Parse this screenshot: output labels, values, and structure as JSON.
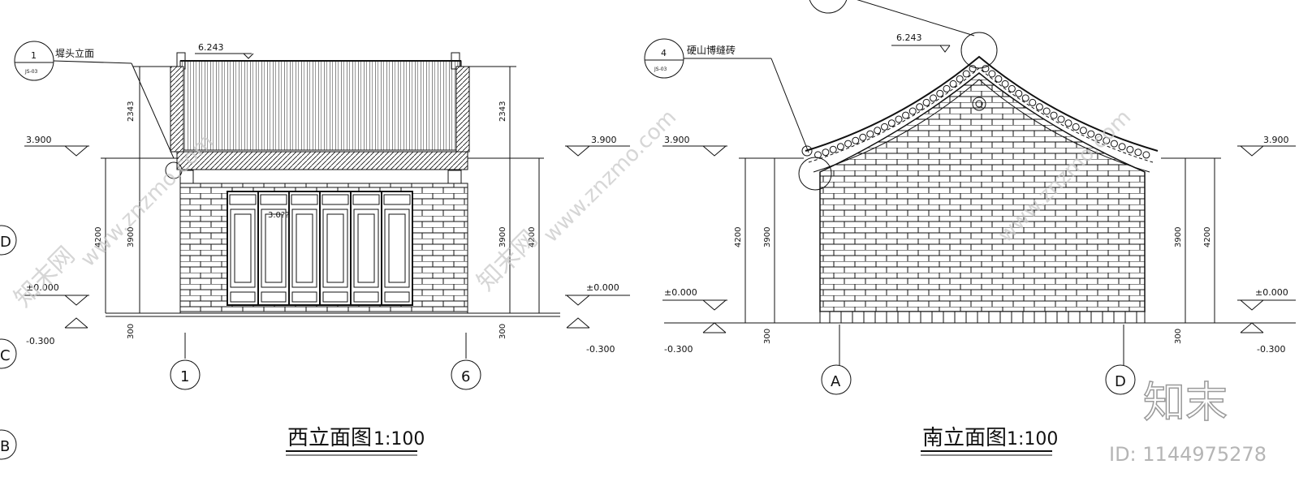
{
  "west_elevation": {
    "title": "西立面图",
    "scale": "1:100",
    "detail_callout": {
      "number": "1",
      "sheet": "JS-03",
      "label": "墀头立面"
    },
    "ridge_level": "6.243",
    "eave_level": "3.900",
    "floor_level": "±0.000",
    "ground_level": "-0.300",
    "dim_left": [
      "2343",
      "4200",
      "300"
    ],
    "dim_right": [
      "2343",
      "3900",
      "4200",
      "300"
    ],
    "dim_inner": "3900",
    "door_level": "3.0??",
    "axes": [
      "1",
      "6"
    ]
  },
  "south_elevation": {
    "title": "南立面图",
    "scale": "1:100",
    "detail_callout": {
      "number": "4",
      "sheet": "JS-03",
      "label": "硬山博缝砖"
    },
    "ridge_level": "6.243",
    "eave_level": "3.900",
    "floor_level": "±0.000",
    "ground_level": "-0.300",
    "dim_left": [
      "4200",
      "3900",
      "300"
    ],
    "dim_right": [
      "3900",
      "4200",
      "300"
    ],
    "axes": [
      "A",
      "D"
    ]
  },
  "edge_axes": [
    "D",
    "C",
    "B"
  ],
  "watermark": {
    "url": "www.znzmo.com",
    "brand": "知末网",
    "logo": "知末",
    "id": "ID: 1144975278"
  }
}
